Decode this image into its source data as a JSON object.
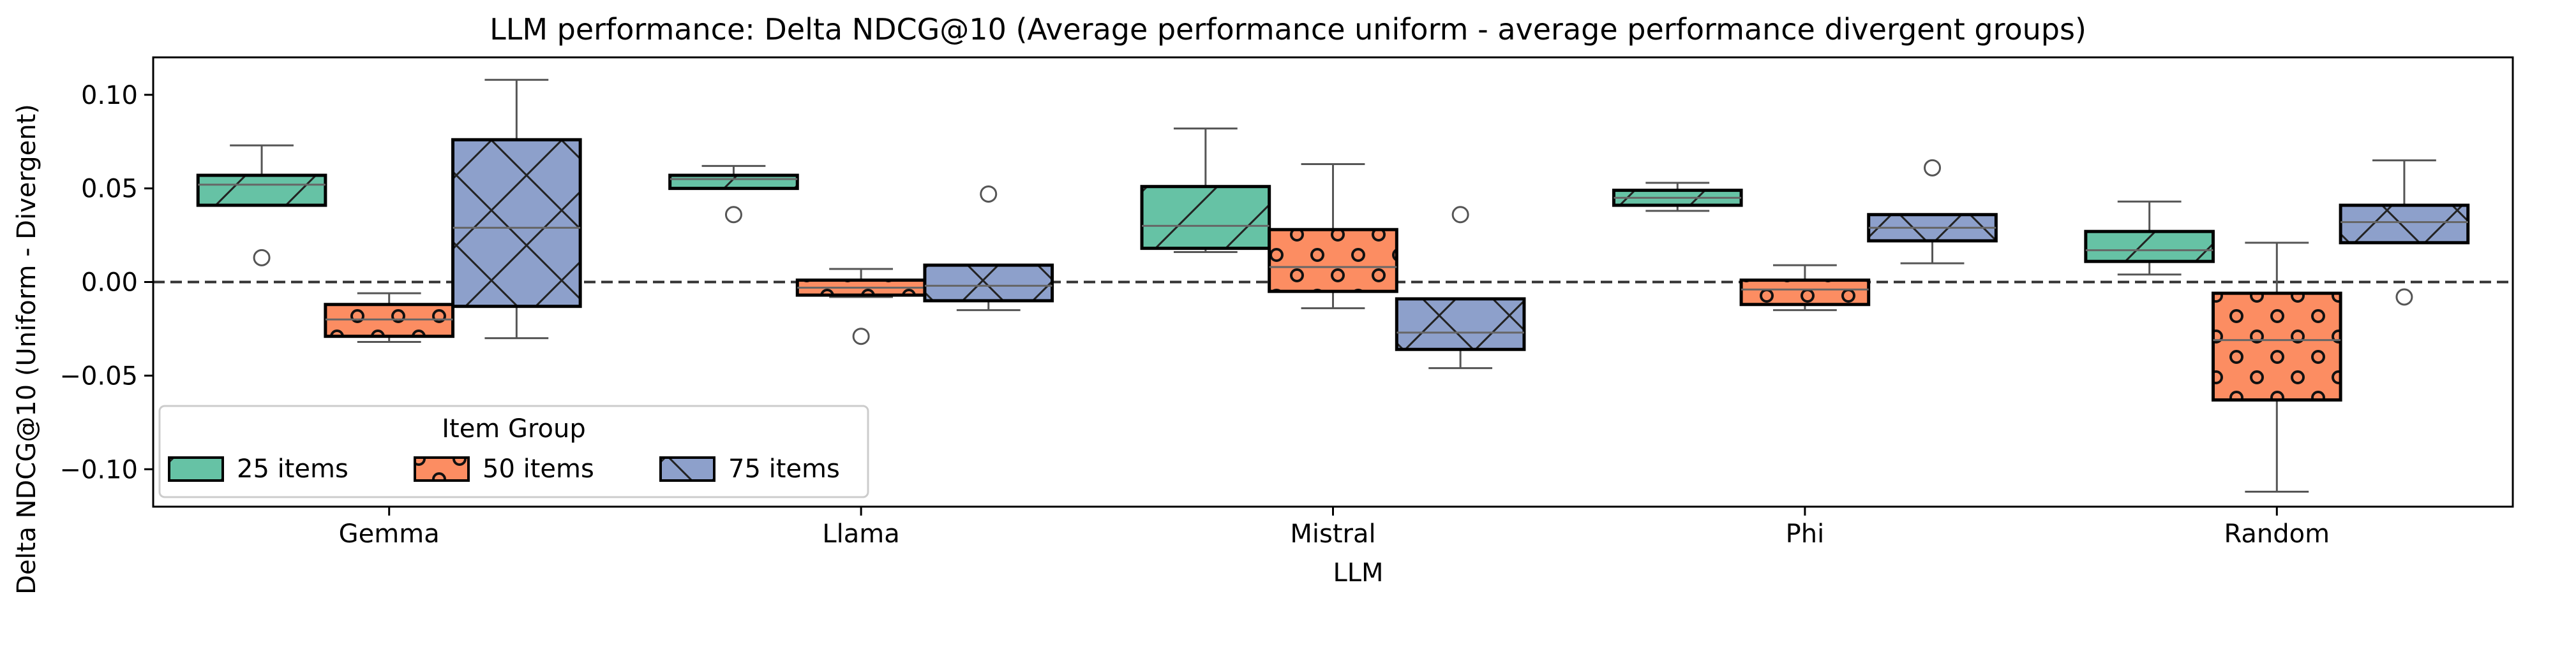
{
  "chart_data": {
    "type": "box",
    "title": "LLM performance: Delta NDCG@10 (Average performance uniform - average performance divergent groups)",
    "xlabel": "LLM",
    "ylabel": "Delta NDCG@10 (Uniform - Divergent)",
    "ylim": [
      -0.12,
      0.12
    ],
    "yticks": [
      {
        "value": -0.1,
        "label": "−0.10"
      },
      {
        "value": -0.05,
        "label": "−0.05"
      },
      {
        "value": 0.0,
        "label": "0.00"
      },
      {
        "value": 0.05,
        "label": "0.05"
      },
      {
        "value": 0.1,
        "label": "0.10"
      }
    ],
    "categories": [
      "Gemma",
      "Llama",
      "Mistral",
      "Phi",
      "Random"
    ],
    "reference_line": {
      "y": 0.0,
      "style": "dashed"
    },
    "legend": {
      "title": "Item Group",
      "placement": "lower-left"
    },
    "series": [
      {
        "name": "25 items",
        "color": "#66c2a5",
        "hatch": "diagonal",
        "boxes": [
          {
            "whislo": 0.041,
            "q1": 0.041,
            "med": 0.052,
            "q3": 0.057,
            "whishi": 0.073,
            "fliers": [
              0.013
            ]
          },
          {
            "whislo": 0.05,
            "q1": 0.05,
            "med": 0.055,
            "q3": 0.057,
            "whishi": 0.062,
            "fliers": [
              0.036
            ]
          },
          {
            "whislo": 0.016,
            "q1": 0.018,
            "med": 0.03,
            "q3": 0.051,
            "whishi": 0.082,
            "fliers": []
          },
          {
            "whislo": 0.038,
            "q1": 0.041,
            "med": 0.045,
            "q3": 0.049,
            "whishi": 0.053,
            "fliers": []
          },
          {
            "whislo": 0.004,
            "q1": 0.011,
            "med": 0.017,
            "q3": 0.027,
            "whishi": 0.043,
            "fliers": []
          }
        ]
      },
      {
        "name": "50 items",
        "color": "#fc8d62",
        "hatch": "circles",
        "boxes": [
          {
            "whislo": -0.032,
            "q1": -0.029,
            "med": -0.02,
            "q3": -0.012,
            "whishi": -0.006,
            "fliers": []
          },
          {
            "whislo": -0.008,
            "q1": -0.007,
            "med": -0.003,
            "q3": 0.001,
            "whishi": 0.007,
            "fliers": [
              -0.029
            ]
          },
          {
            "whislo": -0.014,
            "q1": -0.005,
            "med": 0.008,
            "q3": 0.028,
            "whishi": 0.063,
            "fliers": []
          },
          {
            "whislo": -0.015,
            "q1": -0.012,
            "med": -0.004,
            "q3": 0.001,
            "whishi": 0.009,
            "fliers": []
          },
          {
            "whislo": -0.112,
            "q1": -0.063,
            "med": -0.031,
            "q3": -0.006,
            "whishi": 0.021,
            "fliers": []
          }
        ]
      },
      {
        "name": "75 items",
        "color": "#8da0cb",
        "hatch": "cross",
        "boxes": [
          {
            "whislo": -0.03,
            "q1": -0.013,
            "med": 0.029,
            "q3": 0.076,
            "whishi": 0.108,
            "fliers": []
          },
          {
            "whislo": -0.015,
            "q1": -0.01,
            "med": -0.002,
            "q3": 0.009,
            "whishi": 0.009,
            "fliers": [
              0.047
            ]
          },
          {
            "whislo": -0.046,
            "q1": -0.036,
            "med": -0.027,
            "q3": -0.009,
            "whishi": -0.009,
            "fliers": [
              0.036
            ]
          },
          {
            "whislo": 0.01,
            "q1": 0.022,
            "med": 0.029,
            "q3": 0.036,
            "whishi": 0.036,
            "fliers": [
              0.061
            ]
          },
          {
            "whislo": 0.021,
            "q1": 0.021,
            "med": 0.032,
            "q3": 0.041,
            "whishi": 0.065,
            "fliers": [
              -0.008
            ]
          }
        ]
      }
    ]
  }
}
